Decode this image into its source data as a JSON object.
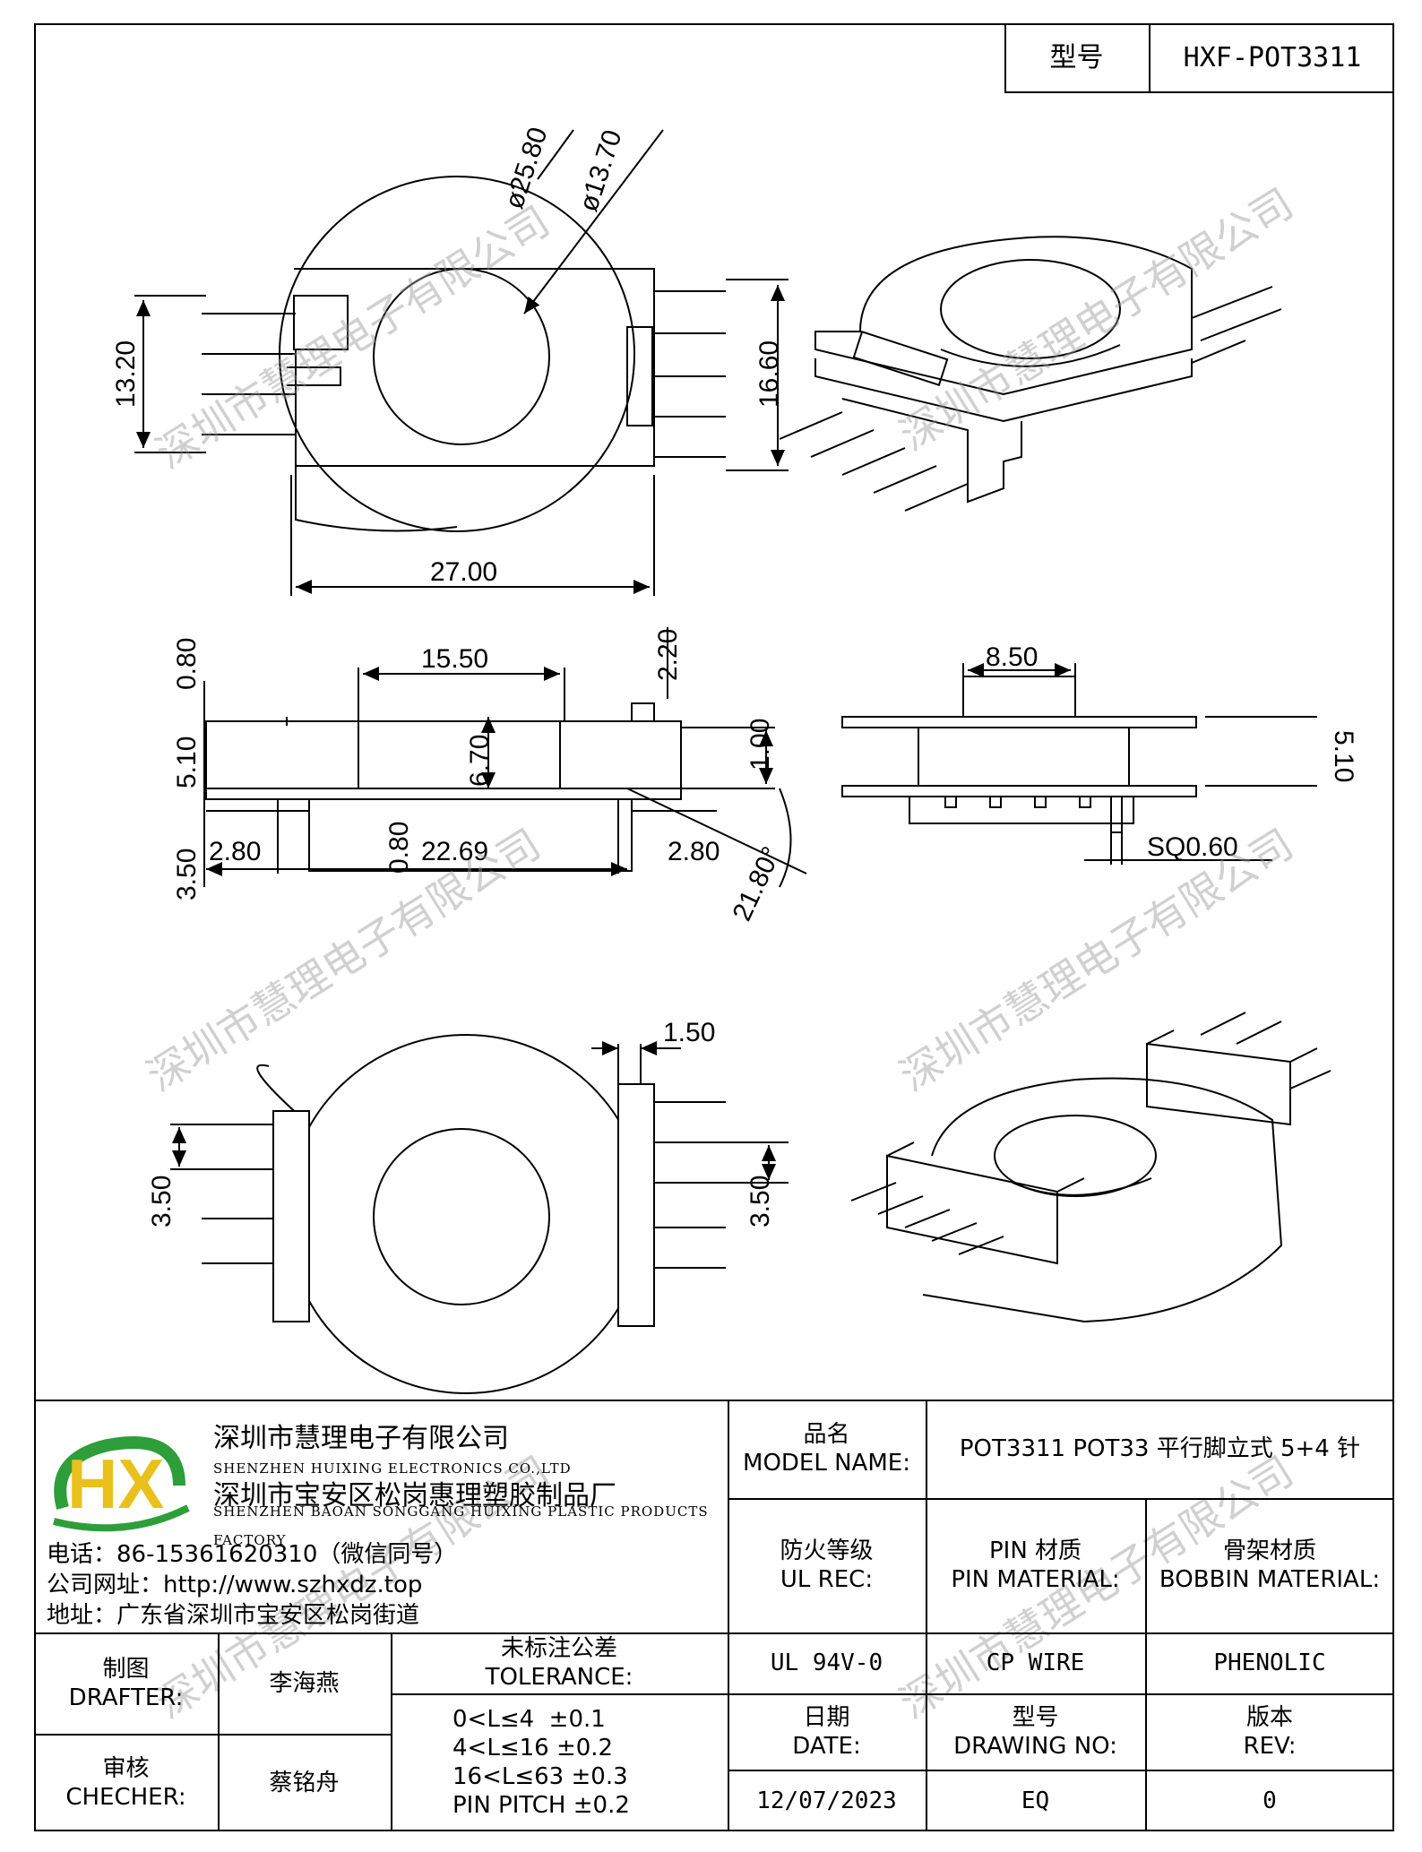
{
  "header": {
    "model_label": "型号",
    "model_value": "HXF-POT3311"
  },
  "dimensions": {
    "A": "ø25.80",
    "B": "ø13.70",
    "C": "27.00",
    "D": "15.50",
    "E": "0.80",
    "F": "5.10",
    "G": "3.50",
    "H": "2.80",
    "I": "22.69",
    "J": "2.80",
    "K": "6.70",
    "L": "2.20",
    "M": "8.50",
    "N": "SQ0.60",
    "O": "1.50",
    "P": "3.50",
    "Q": "3.50",
    "h1": "13.20",
    "h2": "16.60",
    "t1": "1.00",
    "t2": "0.80",
    "ang": "21.80°",
    "side": "5.10"
  },
  "watermark": "深圳市慧理电子有限公司",
  "company": {
    "name1": "深圳市慧理电子有限公司",
    "name1_en": "SHENZHEN HUIXING ELECTRONICS CO.,LTD",
    "name2": "深圳市宝安区松岗惠理塑胶制品厂",
    "name2_en": "SHENZHEN BAOAN SONGGANG HUIXING PLASTIC PRODUCTS FACTORY",
    "phone": "电话：86-15361620310（微信同号）",
    "website": "公司网址：http://www.szhxdz.top",
    "address": "地址：广东省深圳市宝安区松岗街道",
    "logo_letters": "HX"
  },
  "titleblock": {
    "product_name_cn": "品名",
    "product_name_en": "MODEL NAME:",
    "product_name_value": "POT3311 POT33 平行脚立式 5+4 针",
    "ul_cn": "防火等级",
    "ul_en": "UL REC:",
    "pin_cn": "PIN 材质",
    "pin_en": "PIN MATERIAL:",
    "bobbin_cn": "骨架材质",
    "bobbin_en": "BOBBIN MATERIAL:",
    "ul_value": "UL 94V-0",
    "pin_value": "CP WIRE",
    "bobbin_value": "PHENOLIC",
    "date_cn": "日期",
    "date_en": "DATE:",
    "drawing_cn": "型号",
    "drawing_en": "DRAWING NO:",
    "rev_cn": "版本",
    "rev_en": "REV:",
    "date_value": "12/07/2023",
    "drawing_value": "EQ",
    "rev_value": "0",
    "drafter_cn": "制图",
    "drafter_en": "DRAFTER:",
    "drafter_value": "李海燕",
    "checker_cn": "审核",
    "checker_en": "CHECHER:",
    "checker_value": "蔡铭舟",
    "tol_cn": "未标注公差",
    "tol_en": "TOLERANCE:",
    "tol_rows": [
      "0<L≤4  ±0.1",
      "4<L≤16 ±0.2",
      "16<L≤63 ±0.3",
      "PIN PITCH ±0.2"
    ]
  }
}
